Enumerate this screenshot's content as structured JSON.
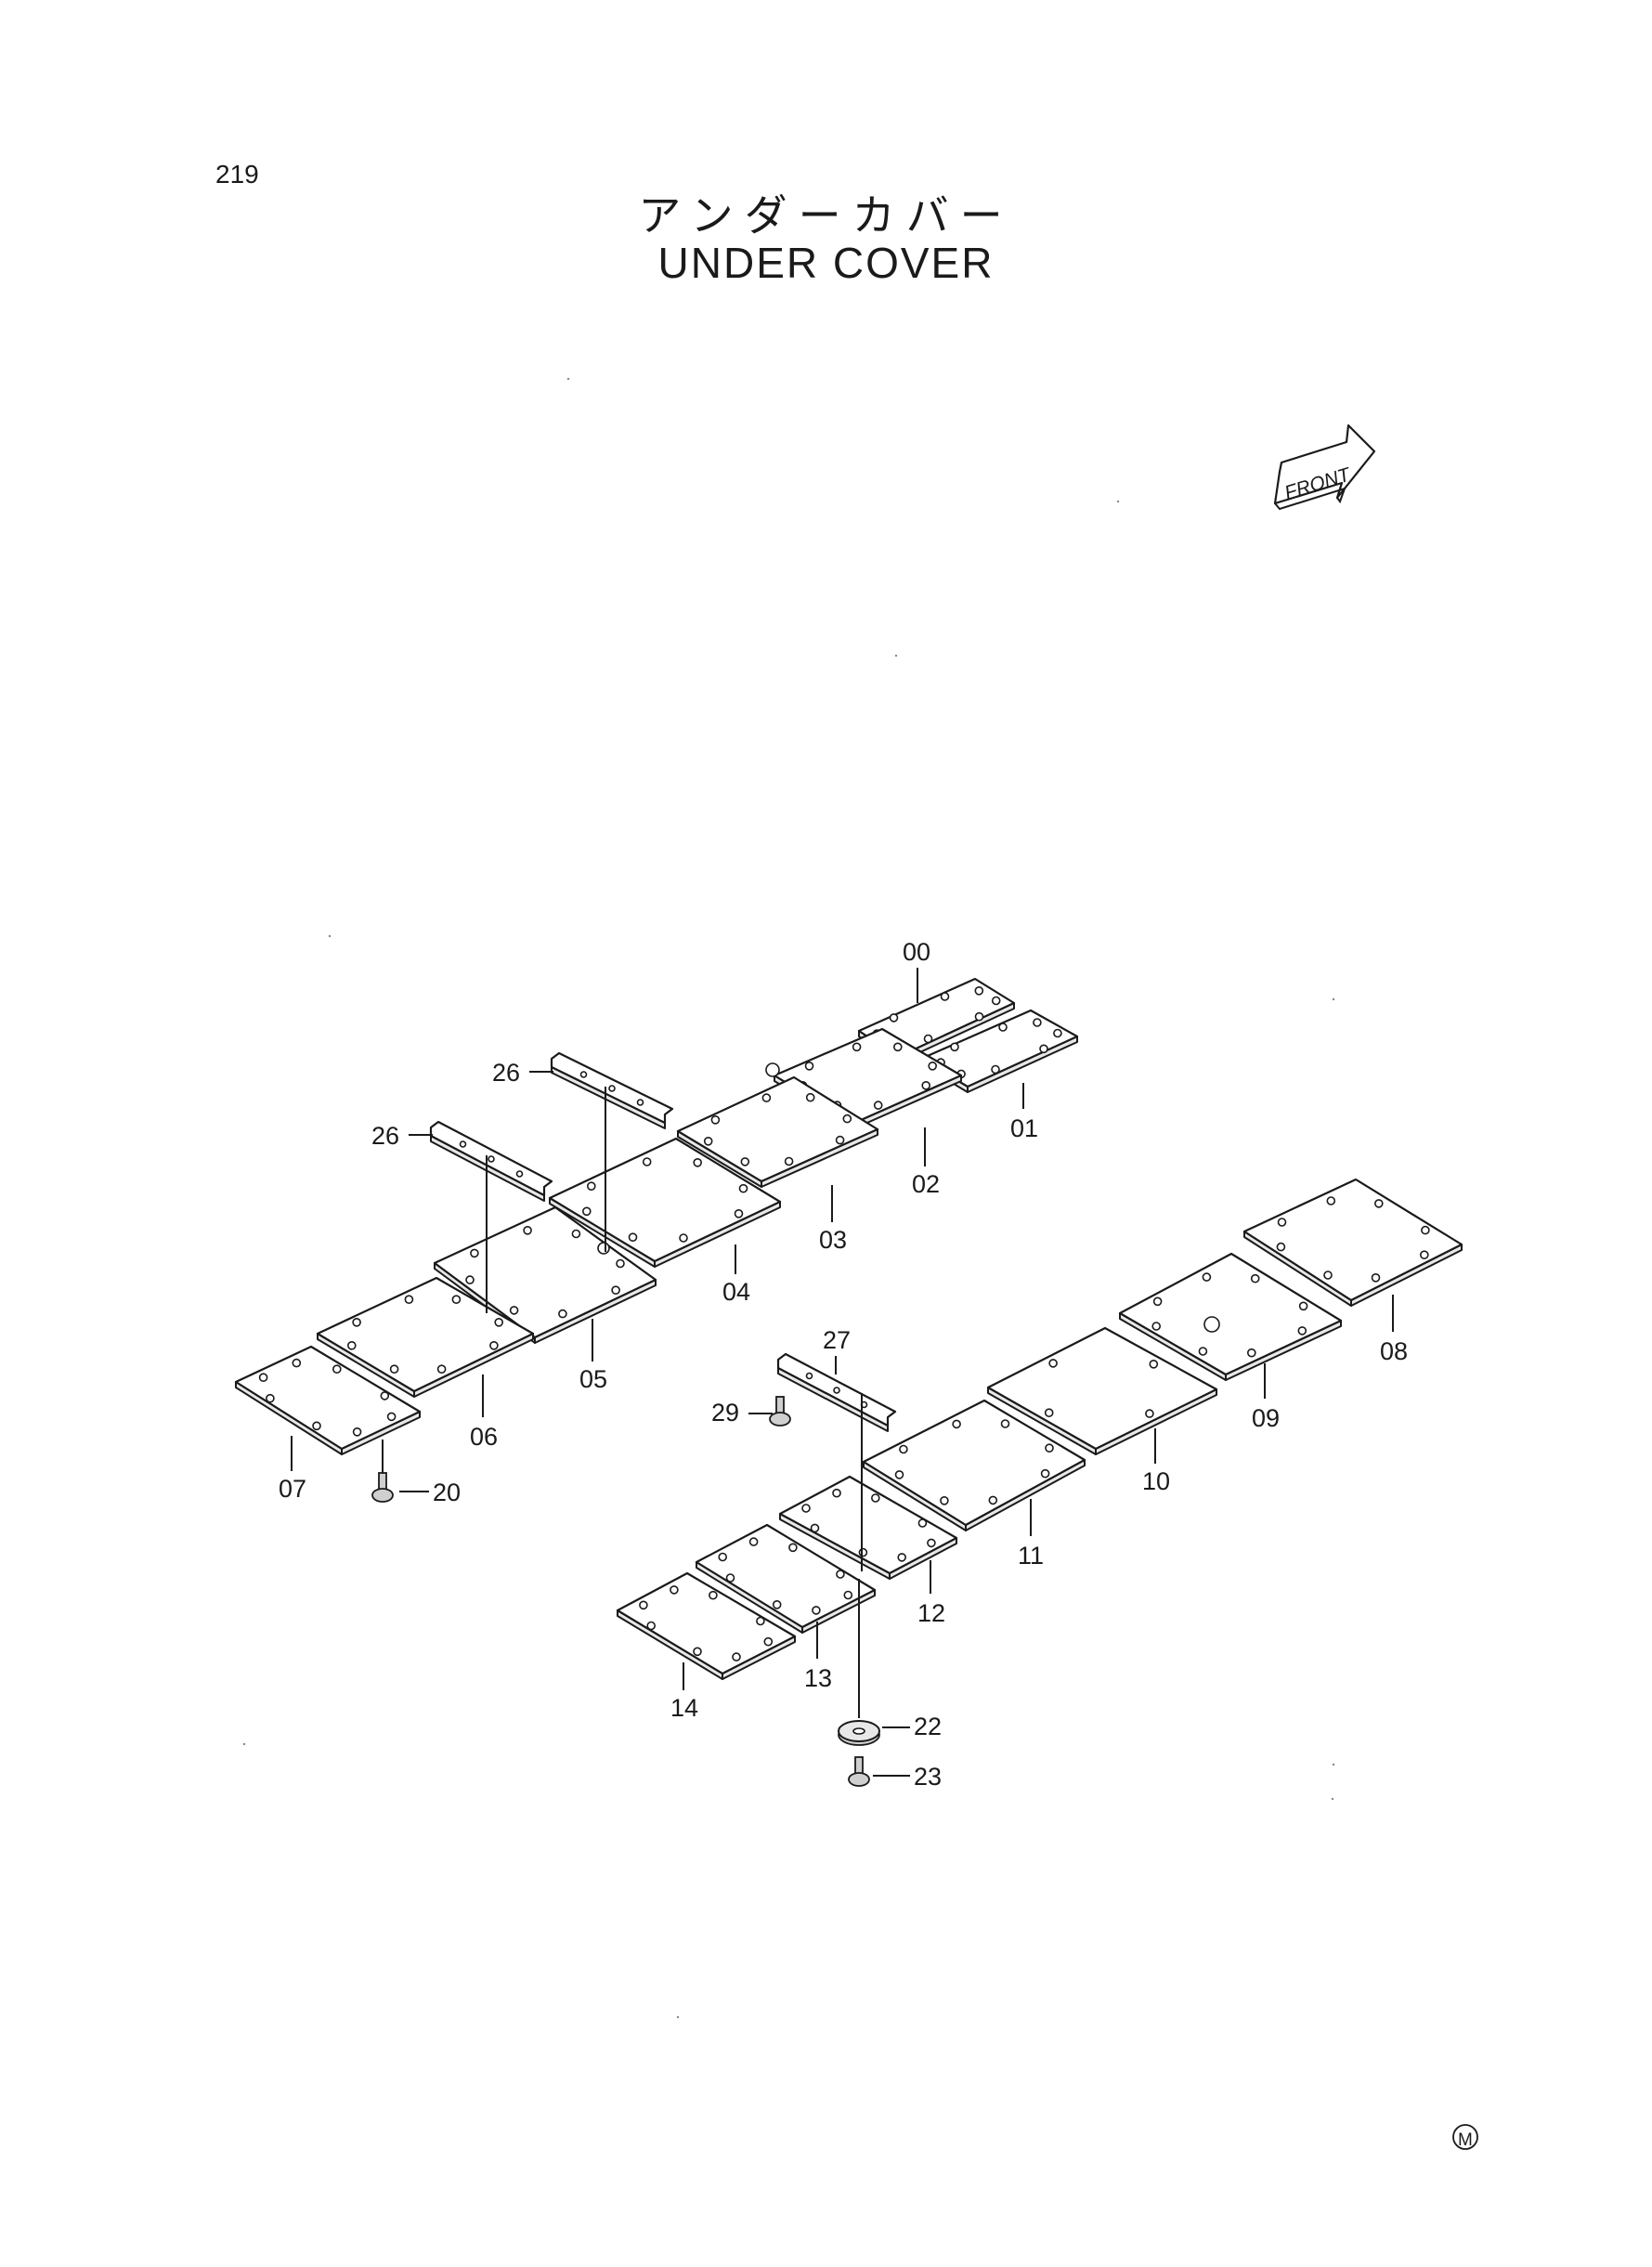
{
  "page_number": "219",
  "title_jp": "アンダーカバー",
  "title_en": "UNDER COVER",
  "front_arrow_text": "FRONT",
  "mark": "M",
  "labels": {
    "p00": "00",
    "p01": "01",
    "p02": "02",
    "p03": "03",
    "p04": "04",
    "p05": "05",
    "p06": "06",
    "p07": "07",
    "p08": "08",
    "p09": "09",
    "p10": "10",
    "p11": "11",
    "p12": "12",
    "p13": "13",
    "p14": "14",
    "p20": "20",
    "p22": "22",
    "p23": "23",
    "p26a": "26",
    "p26b": "26",
    "p27": "27",
    "p29": "29"
  }
}
